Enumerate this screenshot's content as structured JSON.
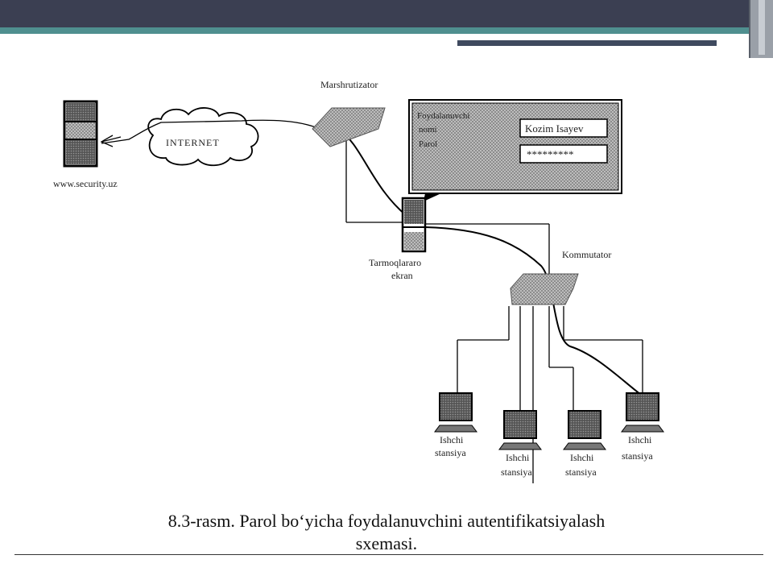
{
  "labels": {
    "router": "Marshrutizator",
    "internet": "INTERNET",
    "server_url": "www.security.uz",
    "firewall_line1": "Tarmoqlararo",
    "firewall_line2": "ekran",
    "switch": "Kommutator",
    "ws_line1": "Ishchi",
    "ws_line2": "stansiya"
  },
  "login_box": {
    "user_label_line1": "Foydalanuvchi",
    "user_label_line2": "nomi",
    "user_value": "Kozim Isayev",
    "password_label": "Parol",
    "password_value": "*********"
  },
  "caption": {
    "line1": "8.3-rasm. Parol bo‘yicha foydalanuvchini autentifikatsiyalash",
    "line2": "sxemasi."
  },
  "colors": {
    "top_bar": "#3b3f52",
    "accent_stripe": "#4f8f8f"
  }
}
